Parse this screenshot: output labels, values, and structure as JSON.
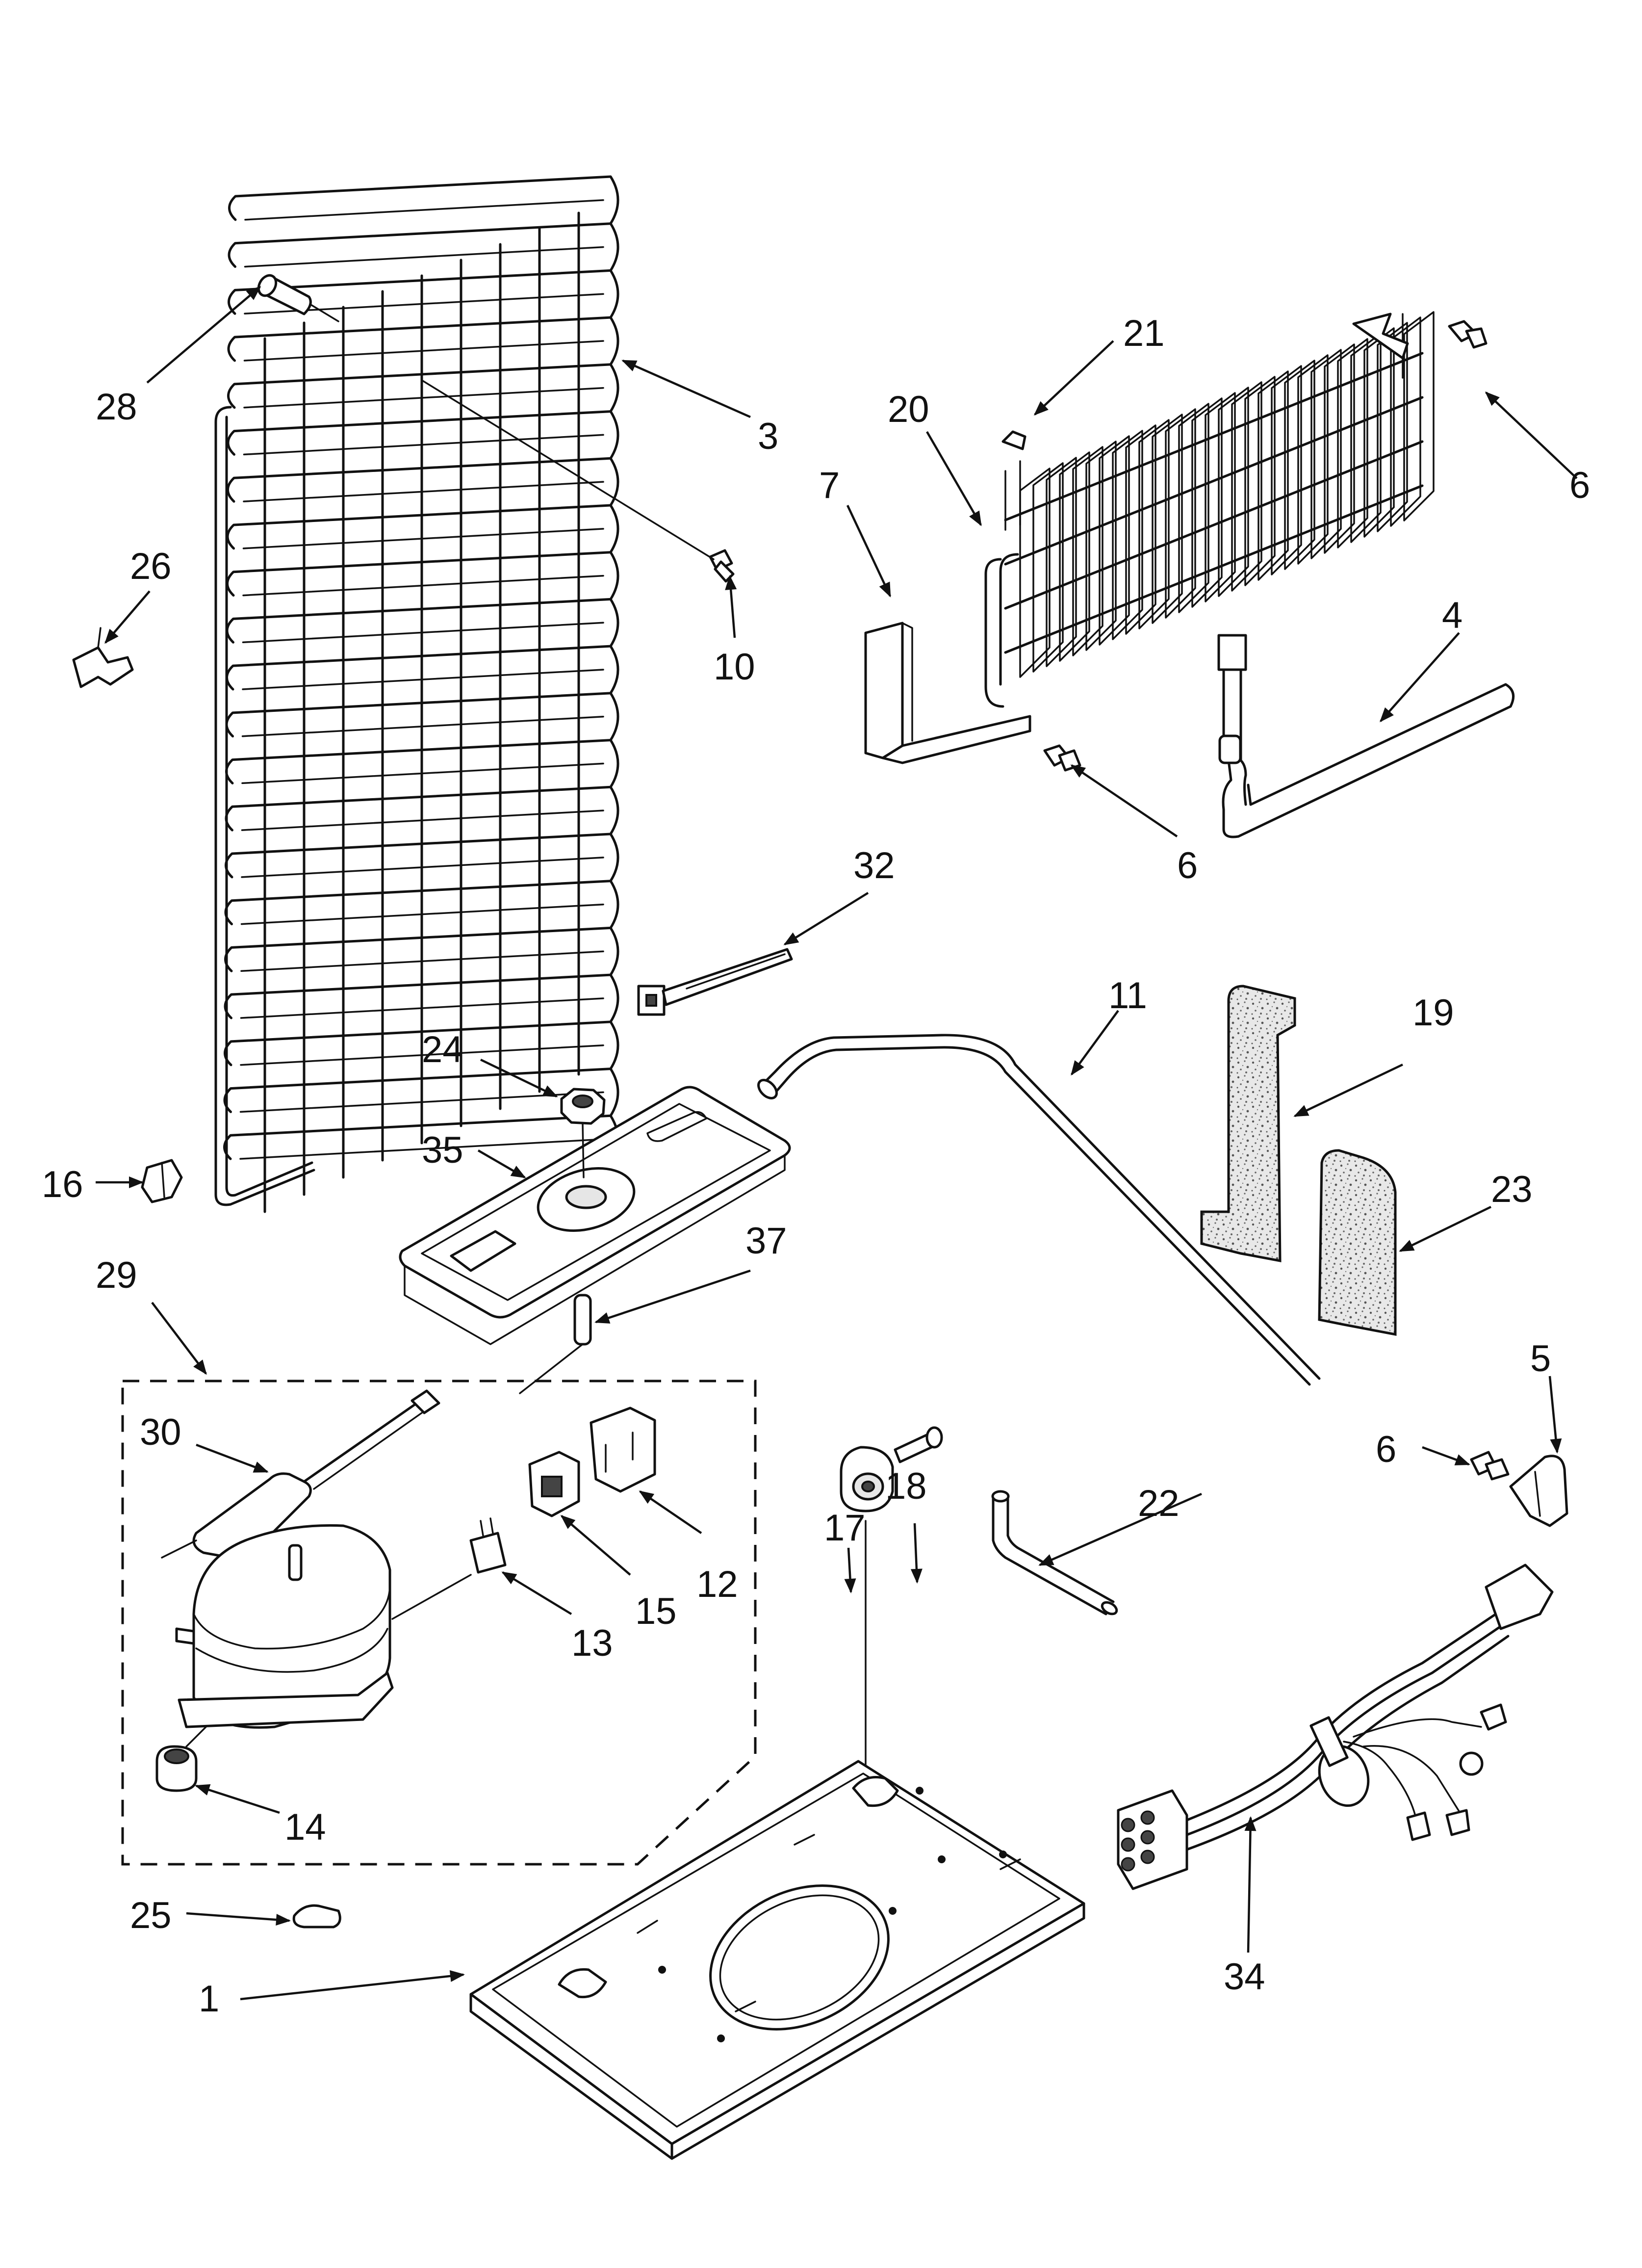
{
  "callouts": [
    {
      "id": "c1",
      "text": "1"
    },
    {
      "id": "c3",
      "text": "3"
    },
    {
      "id": "c4",
      "text": "4"
    },
    {
      "id": "c5",
      "text": "5"
    },
    {
      "id": "c6a",
      "text": "6"
    },
    {
      "id": "c6b",
      "text": "6"
    },
    {
      "id": "c6c",
      "text": "6"
    },
    {
      "id": "c7",
      "text": "7"
    },
    {
      "id": "c10",
      "text": "10"
    },
    {
      "id": "c11",
      "text": "11"
    },
    {
      "id": "c12",
      "text": "12"
    },
    {
      "id": "c13",
      "text": "13"
    },
    {
      "id": "c14",
      "text": "14"
    },
    {
      "id": "c15",
      "text": "15"
    },
    {
      "id": "c16",
      "text": "16"
    },
    {
      "id": "c17",
      "text": "17"
    },
    {
      "id": "c18",
      "text": "18"
    },
    {
      "id": "c19",
      "text": "19"
    },
    {
      "id": "c20",
      "text": "20"
    },
    {
      "id": "c21",
      "text": "21"
    },
    {
      "id": "c22",
      "text": "22"
    },
    {
      "id": "c23",
      "text": "23"
    },
    {
      "id": "c24",
      "text": "24"
    },
    {
      "id": "c25",
      "text": "25"
    },
    {
      "id": "c26",
      "text": "26"
    },
    {
      "id": "c28",
      "text": "28"
    },
    {
      "id": "c29",
      "text": "29"
    },
    {
      "id": "c30",
      "text": "30"
    },
    {
      "id": "c32",
      "text": "32"
    },
    {
      "id": "c34",
      "text": "34"
    },
    {
      "id": "c35",
      "text": "35"
    },
    {
      "id": "c37",
      "text": "37"
    }
  ]
}
